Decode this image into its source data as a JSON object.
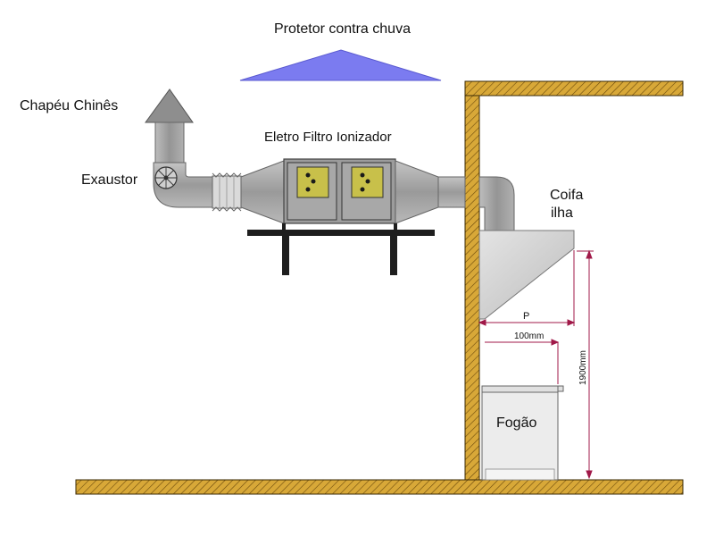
{
  "labels": {
    "rain_guard": "Protetor contra chuva",
    "chinese_hat": "Chapéu Chinês",
    "ionizer_filter": "Eletro Filtro Ionizador",
    "exhaust_fan": "Exaustor",
    "hood_line1": "Coifa",
    "hood_line2": "ilha",
    "stove": "Fogão",
    "depth": "P",
    "offset": "100mm",
    "height": "1900mm"
  },
  "colors": {
    "wall": "#d8a838",
    "wall_hatch": "#6b4a0c",
    "duct": "#a9a9a9",
    "duct_dark": "#7a7a7a",
    "rain_guard": "#7b7bf0",
    "filter_panel": "#c8c04a",
    "hood": "#d0d0d0",
    "dimension_line": "#a01848",
    "stand": "#1e1e1e"
  }
}
